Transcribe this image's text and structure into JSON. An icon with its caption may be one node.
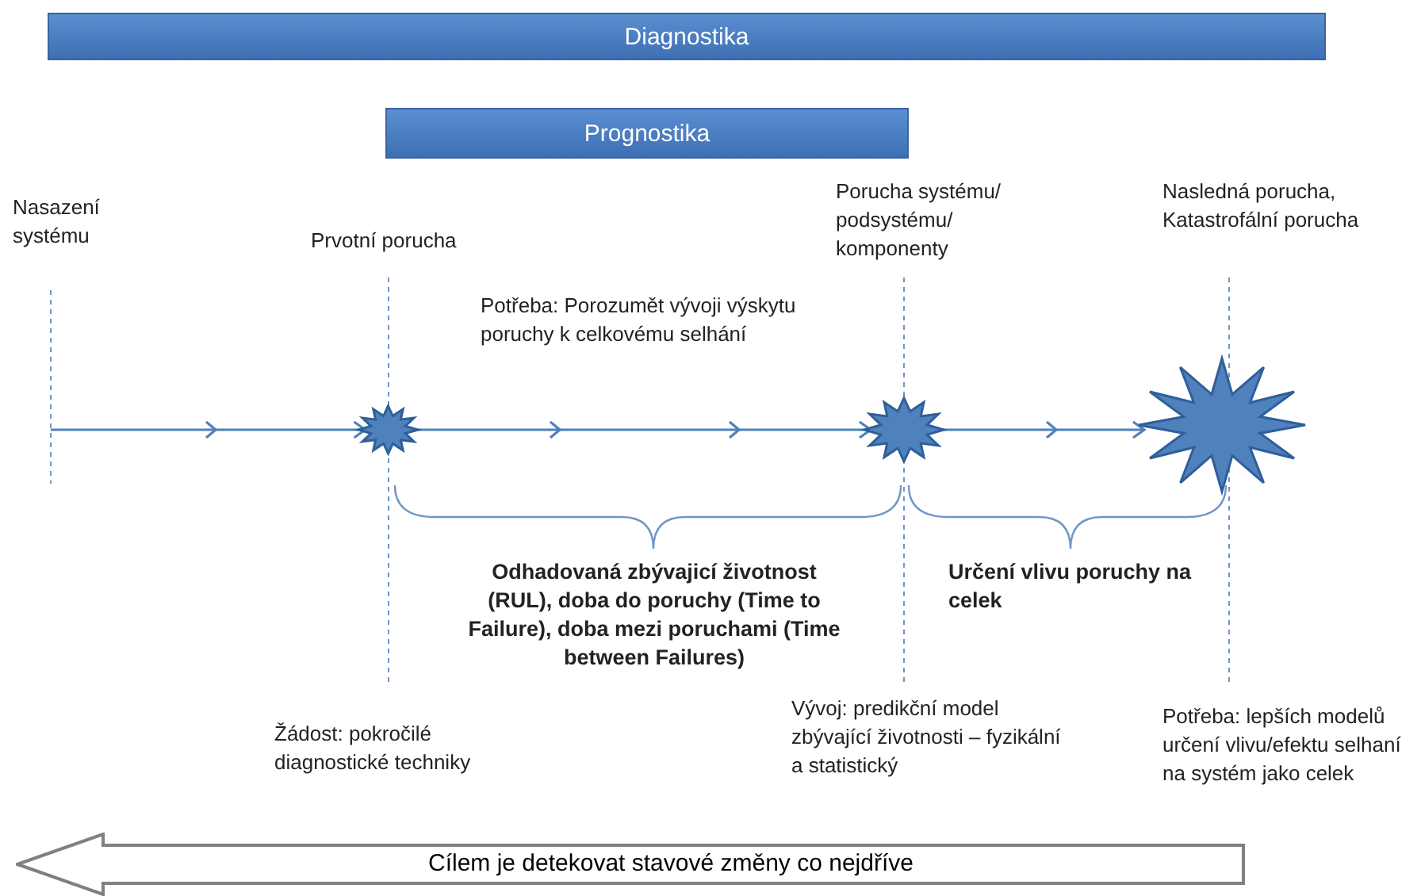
{
  "diagram": {
    "nodes": [
      {
        "text": [
          "Diagnostika"
        ]
      },
      {
        "text": [
          "Prognostika"
        ]
      },
      {
        "text": [],
        "shape": "starburst"
      },
      {
        "text": [],
        "shape": "starburst"
      },
      {
        "text": [],
        "shape": "starburst"
      },
      {
        "text": [
          "Cílem je detekovat stavové změny co nejdříve"
        ]
      }
    ],
    "edges": [
      {
        "from": null,
        "to": 2,
        "arrow": "to"
      },
      {
        "from": 2,
        "to": 3,
        "arrow": "to"
      },
      {
        "from": 3,
        "to": 4,
        "arrow": "to"
      }
    ],
    "labels": [
      "Porucha systému/ podsystému/ komponenty",
      "Nasledná porucha, Katastrofální porucha",
      "Nasazení systému",
      "Prvotní porucha",
      "Potřeba: Porozumět vývoji výskytu poruchy k celkovému selhání",
      "Odhadovaná zbývajicí životnost (RUL), doba do poruchy (Time to Failure), doba mezi poruchami (Time between Failures)",
      "Určení vlivu poruchy na celek",
      "Vývoj: predikční model zbývající životnosti – fyzikální a statistický",
      "Potřeba: lepších modelů určení vlivu/efektu selhaní na systém jako celek",
      "Žádost: pokročilé diagnostické techniky"
    ]
  }
}
